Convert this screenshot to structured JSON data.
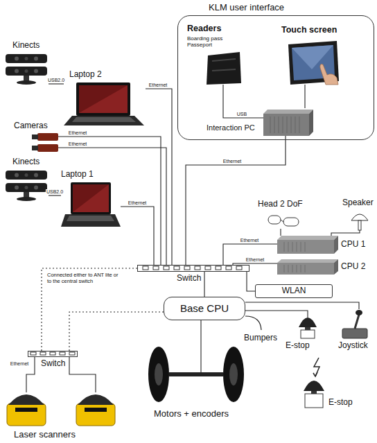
{
  "diagram": {
    "nodes": [
      {
        "text": [
          "KLM user interface"
        ]
      },
      {
        "text": [
          "Readers",
          "Boarding pass Passeport"
        ],
        "in": 0
      },
      {
        "text": [
          "Touch screen"
        ],
        "in": 0
      },
      {
        "text": [
          "Interaction PC"
        ],
        "in": 0
      },
      {
        "text": [
          "Kinects"
        ]
      },
      {
        "text": [
          "Laptop 2"
        ]
      },
      {
        "text": [
          "Cameras"
        ]
      },
      {
        "text": [
          "Kinects"
        ]
      },
      {
        "text": [
          "Laptop 1"
        ]
      },
      {
        "text": [
          "Head 2 DoF"
        ]
      },
      {
        "text": [
          "Speaker"
        ]
      },
      {
        "text": [
          "CPU 1"
        ]
      },
      {
        "text": [
          "CPU 2"
        ]
      },
      {
        "text": [
          "Switch"
        ]
      },
      {
        "text": [
          "WLAN"
        ]
      },
      {
        "text": [
          "Base CPU"
        ]
      },
      {
        "text": [
          "Switch"
        ]
      },
      {
        "text": [
          "Laser scanners"
        ]
      },
      {
        "text": [
          "Motors + encoders"
        ]
      },
      {
        "text": [
          "E-stop"
        ]
      },
      {
        "text": [
          "Joystick"
        ]
      },
      {
        "text": [
          "E-stop"
        ]
      }
    ],
    "edges": [
      {
        "from": 1,
        "to": 3,
        "label": "USB",
        "arrow": "none"
      },
      {
        "from": 2,
        "to": 3,
        "arrow": "none"
      },
      {
        "from": 4,
        "to": 5,
        "label": "USB2.0",
        "arrow": "none"
      },
      {
        "from": 5,
        "to": 13,
        "label": "Ethernet",
        "arrow": "none"
      },
      {
        "from": 6,
        "to": 13,
        "label": "Ethernet",
        "arrow": "none"
      },
      {
        "from": 6,
        "to": 13,
        "label": "Ethernet",
        "arrow": "none"
      },
      {
        "from": 7,
        "to": 8,
        "label": "USB2.0",
        "arrow": "none"
      },
      {
        "from": 8,
        "to": 13,
        "label": "Ethernet",
        "arrow": "none"
      },
      {
        "from": 3,
        "to": 13,
        "label": "Ethernet",
        "arrow": "none"
      },
      {
        "from": 9,
        "to": 11,
        "arrow": "none"
      },
      {
        "from": 10,
        "to": 11,
        "arrow": "none"
      },
      {
        "from": 11,
        "to": 13,
        "label": "Ethernet",
        "arrow": "none"
      },
      {
        "from": 12,
        "to": 13,
        "label": "Ethernet",
        "arrow": "none"
      },
      {
        "from": 13,
        "to": 14,
        "arrow": "none"
      },
      {
        "from": 13,
        "to": 15,
        "arrow": "none"
      },
      {
        "from": 13,
        "to": 16,
        "arrow": "none"
      },
      {
        "from": 15,
        "to": 16,
        "arrow": "none"
      },
      {
        "from": 16,
        "to": 17,
        "label": "Ethernet",
        "arrow": "none"
      },
      {
        "from": 16,
        "to": 17,
        "arrow": "none"
      },
      {
        "from": 15,
        "to": 18,
        "arrow": "none"
      },
      {
        "from": 15,
        "to": 19,
        "arrow": "none"
      },
      {
        "from": 15,
        "to": 20,
        "arrow": "none"
      }
    ],
    "labels": [
      "Connected either to ANT lite or to the central switch",
      "Bumpers"
    ]
  }
}
